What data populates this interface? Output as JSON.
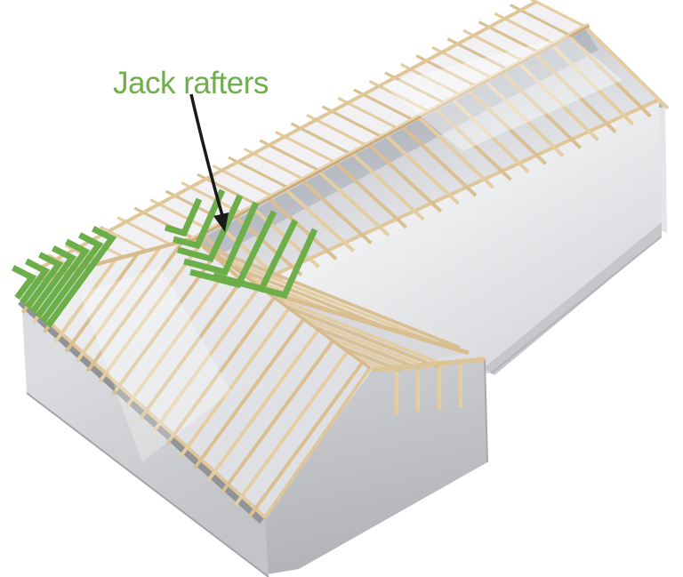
{
  "annotation": {
    "label": "Jack rafters"
  },
  "figure": {
    "type": "3d-roof-framing-illustration",
    "subject": "L-shaped building timber roof frame with jack rafters highlighted",
    "highlighted_member": "jack rafters"
  },
  "colors": {
    "highlight_green": "#6CAE49",
    "label_green": "#6FAE4C",
    "wood_light": "#E3CBA0",
    "wood_mid": "#DCC496",
    "wood_beam": "#D8BC8C",
    "wood_dark": "#C8A873",
    "wall_light": "#EDEEF0",
    "wall_medium": "#C9CBCE",
    "wall_shadow": "#919396",
    "roof_far": "#F1F1F3",
    "arrow_black": "#1A1A1A",
    "background": "#FFFFFF"
  }
}
